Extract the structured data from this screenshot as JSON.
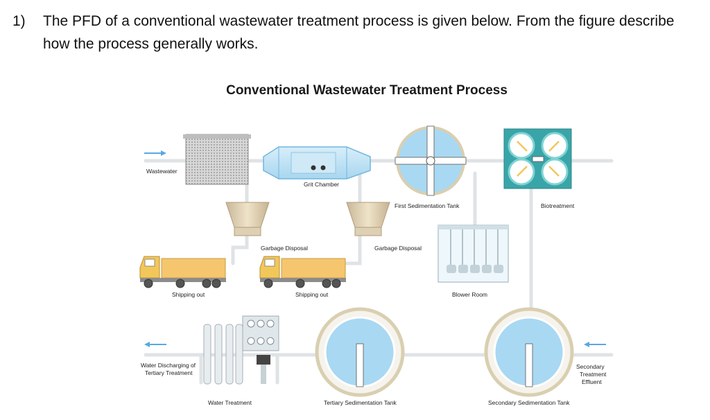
{
  "question": {
    "number": "1)",
    "text": "The PFD of a conventional wastewater treatment process is given below. From the figure describe how the process generally works."
  },
  "diagram": {
    "title": "Conventional Wastewater Treatment Process",
    "labels": {
      "wastewater": "Wastewater",
      "grit_chamber": "Grit Chamber",
      "first_sedimentation": "First Sedimentation Tank",
      "biotreatment": "Biotreatment",
      "garbage_disposal_1": "Garbage Disposal",
      "garbage_disposal_2": "Garbage Disposal",
      "shipping_out_1": "Shipping out",
      "shipping_out_2": "Shipping out",
      "blower_room": "Blower Room",
      "water_discharging_1": "Water Discharging of",
      "water_discharging_2": "Tertiary Treatment",
      "water_treatment": "Water Treatment",
      "tertiary_sedimentation": "Tertiary Sedimentation Tank",
      "secondary_sedimentation": "Secondary Sedimentation Tank",
      "secondary_effluent_1": "Secondary",
      "secondary_effluent_2": "Treatment",
      "secondary_effluent_3": "Effluent"
    },
    "colors": {
      "pipe": "#dfe3e6",
      "arrow": "#5aa8e0",
      "tank_ring": "#d9cfb0",
      "water": "#a9d8f2",
      "truck_cab": "#f2c75a",
      "truck_cargo": "#f5c66e",
      "bio_tank": "#3aa5a8"
    }
  }
}
